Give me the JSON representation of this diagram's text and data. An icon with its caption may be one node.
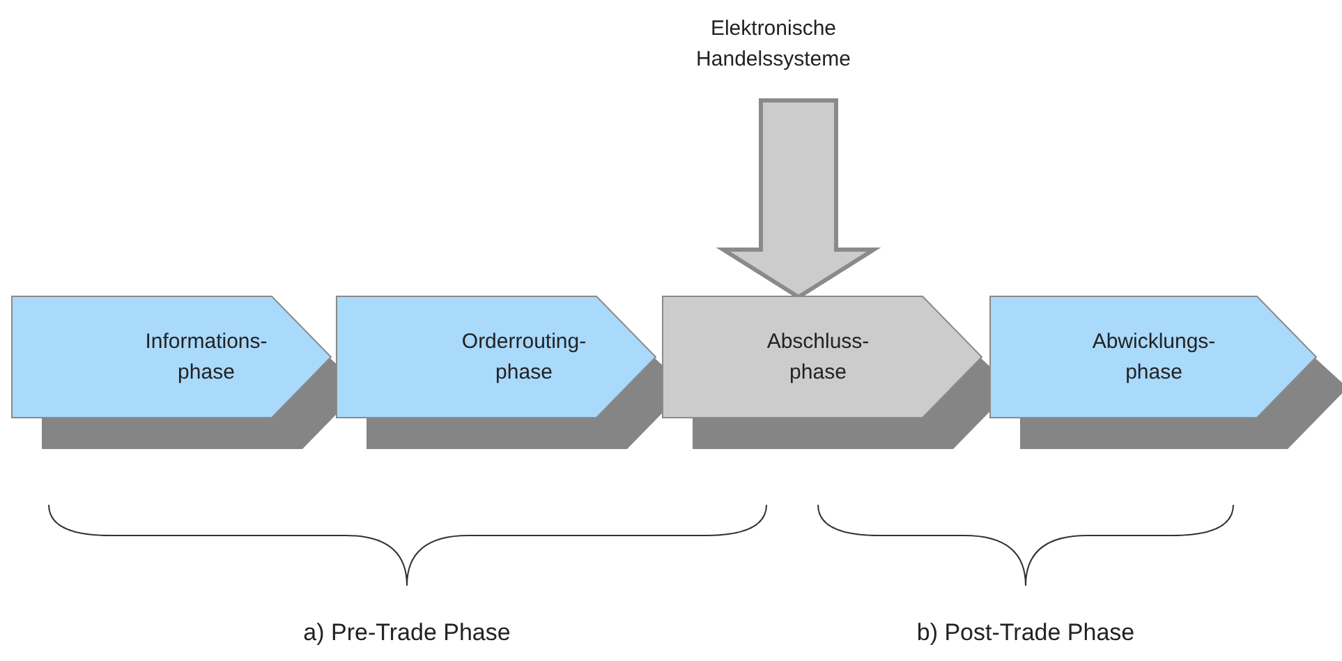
{
  "diagram": {
    "nodes": [
      {
        "text": [
          "Elektronische Handelssysteme"
        ]
      },
      {
        "text": [
          "Informations- phase"
        ]
      },
      {
        "text": [
          "Orderrouting- phase"
        ]
      },
      {
        "text": [
          "Abschluss- phase"
        ]
      },
      {
        "text": [
          "Abwicklungs- phase"
        ]
      }
    ],
    "edges": [
      {
        "from": 0,
        "to": 3,
        "arrow": "to",
        "style": "thick"
      }
    ],
    "labels": [
      "a) Pre-Trade Phase",
      "b) Post-Trade Phase"
    ]
  }
}
